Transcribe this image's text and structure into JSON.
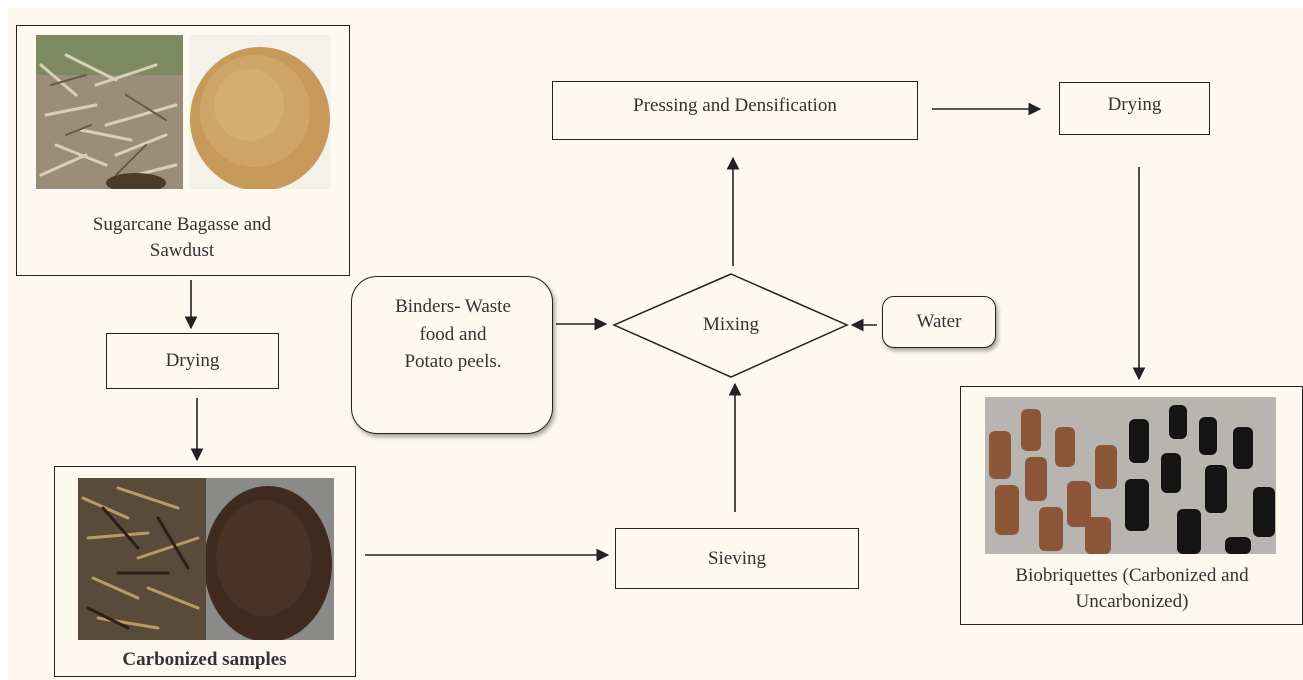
{
  "nodes": {
    "raw_material": "Sugarcane Bagasse and Sawdust",
    "drying_1": "Drying",
    "carbonized": "Carbonized samples",
    "sieving": "Sieving",
    "binders": "Binders- Waste food and Potato peels.",
    "mixing": "Mixing",
    "water": "Water",
    "pressing": "Pressing and Densification",
    "drying_2": "Drying",
    "biobriquettes": "Biobriquettes (Carbonized and Uncarbonized)"
  },
  "colors": {
    "background": "#fdf9ef",
    "border": "#222222",
    "arrow": "#222222"
  }
}
